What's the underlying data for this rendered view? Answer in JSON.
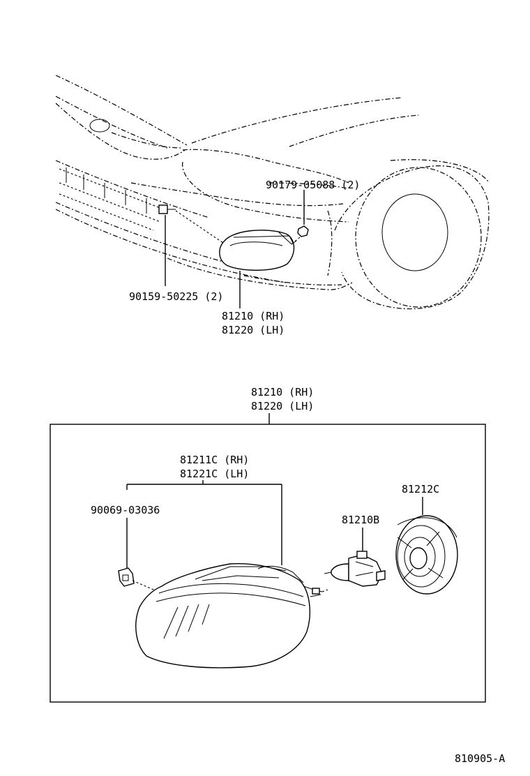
{
  "callouts": {
    "bolt_top": "90179-05088 (2)",
    "screw": "90159-50225 (2)",
    "lamp_rh_top": "81210 (RH)",
    "lamp_lh_top": "81220 (LH)",
    "assy_rh": "81210 (RH)",
    "assy_lh": "81220 (LH)",
    "lens_rh": "81211C (RH)",
    "lens_lh": "81221C (LH)",
    "clip": "90069-03036",
    "bulb": "81210B",
    "socket": "81212C"
  },
  "diagram_code": "810905-A"
}
